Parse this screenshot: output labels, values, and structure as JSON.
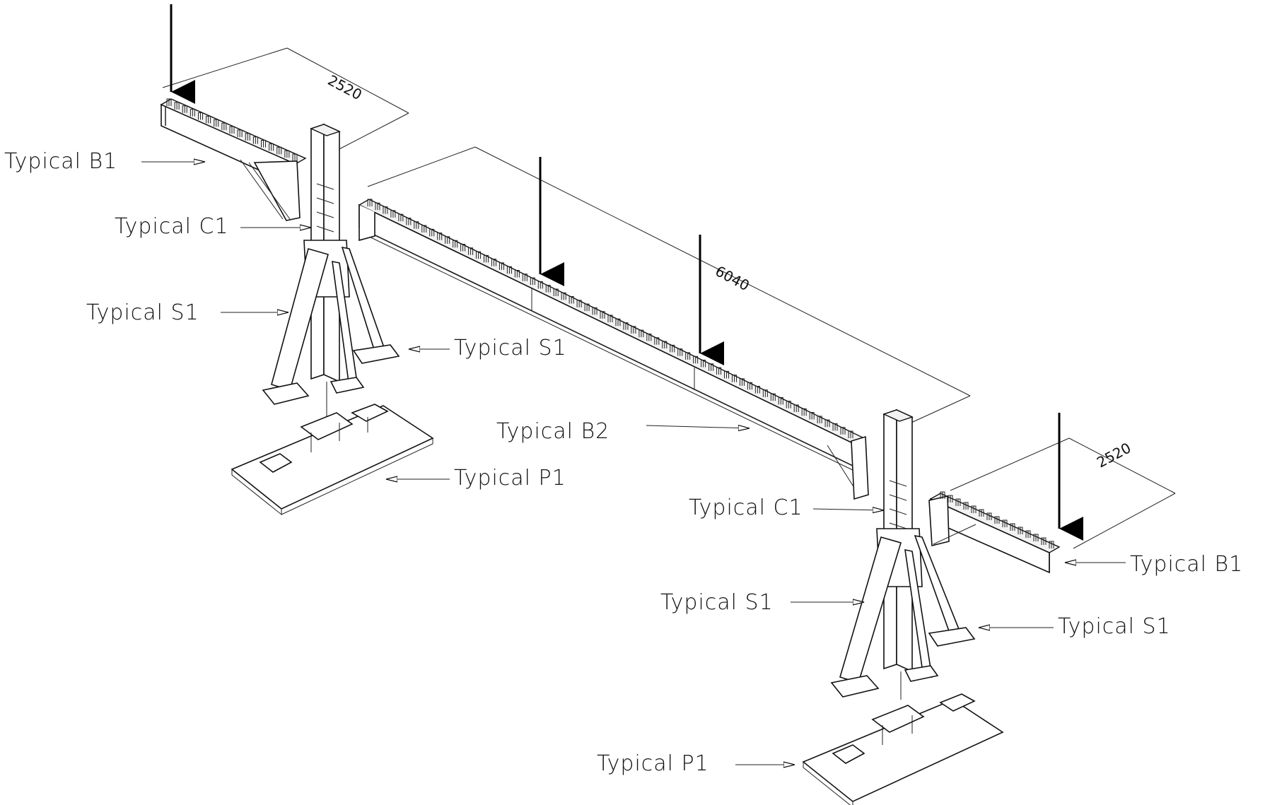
{
  "labels": {
    "b1_left": "Typical B1",
    "c1_left": "Typical C1",
    "s1_left_a": "Typical S1",
    "s1_left_b": "Typical S1",
    "b2": "Typical B2",
    "p1_left": "Typical P1",
    "c1_right": "Typical C1",
    "b1_right": "Typical B1",
    "s1_right_a": "Typical S1",
    "s1_right_b": "Typical S1",
    "p1_right": "Typical P1"
  },
  "dimensions": {
    "left_cantilever": "2520",
    "main_span": "6040",
    "right_cantilever": "2520"
  },
  "icons": [
    "load-arrow-icon",
    "leader-arrow-icon"
  ]
}
